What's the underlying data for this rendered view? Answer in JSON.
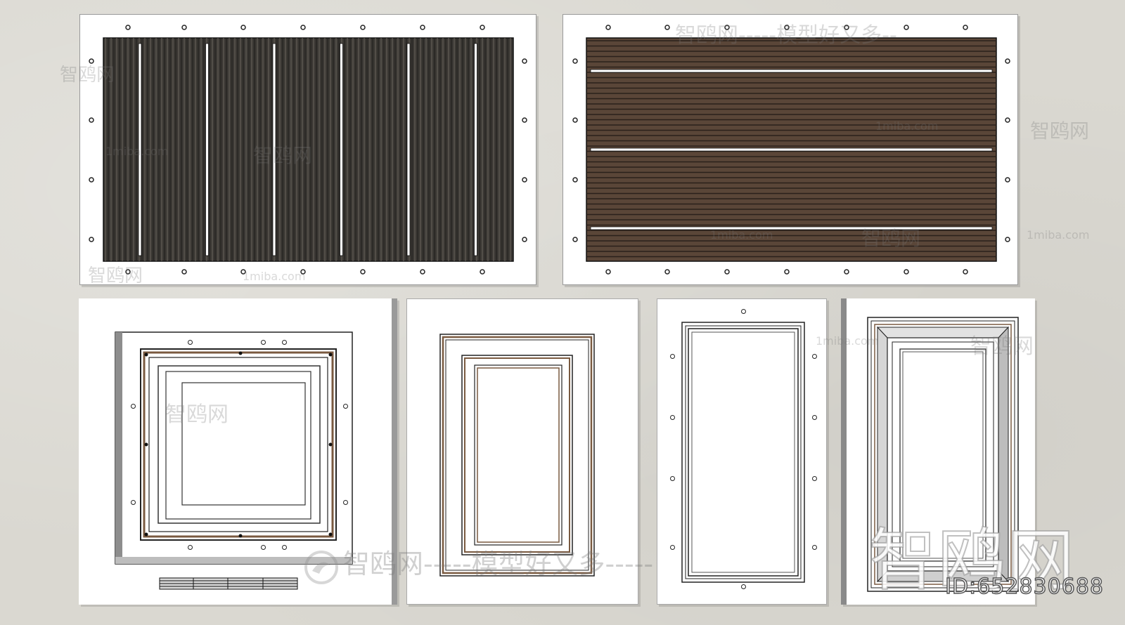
{
  "watermarks": {
    "site_cn": "智鸥网",
    "site_en": "1miba.com",
    "slogan": "智鸥网-----模型好又多-----",
    "slogan_top": "智鸥网-----模型好又多--",
    "big_mark": "智鸥网",
    "id_label": "ID:652830688"
  },
  "colors": {
    "background": "#dad8d1",
    "panel": "#ffffff",
    "dark_slat": "#3a3733",
    "wood_slat": "#5a4638",
    "frame_line": "#222222",
    "frame_brown": "#7a5a40"
  },
  "panels": [
    {
      "name": "vertical-slat-grille",
      "slat_orientation": "vertical",
      "light_strips": 6
    },
    {
      "name": "horizontal-slat-grille",
      "slat_orientation": "horizontal",
      "light_strips": 3
    },
    {
      "name": "square-access-panel-with-vent"
    },
    {
      "name": "framed-access-door"
    },
    {
      "name": "recessed-access-panel"
    },
    {
      "name": "beveled-access-door"
    }
  ]
}
